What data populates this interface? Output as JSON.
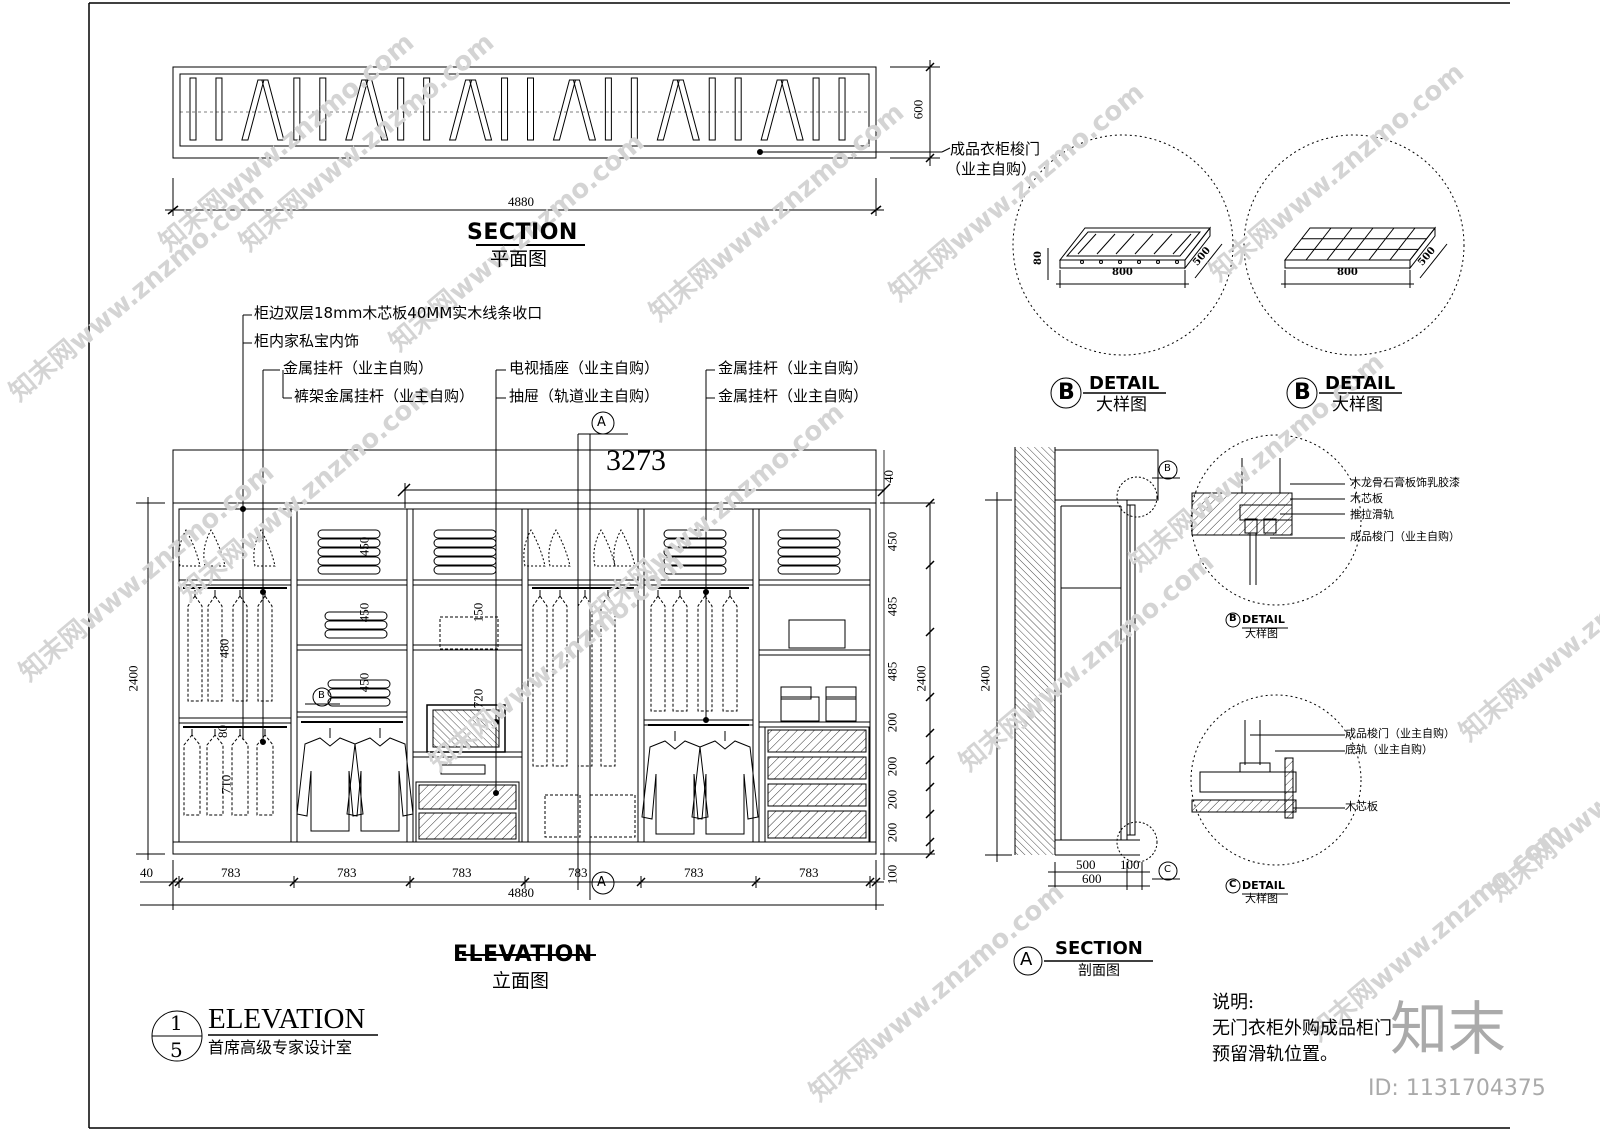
{
  "plan": {
    "dim_width": "4880",
    "dim_depth": "600",
    "note_line1": "成品衣柜梭门",
    "note_line2": "（业主自购）",
    "title": "SECTION",
    "subtitle": "平面图"
  },
  "callouts": {
    "c1": "柜边双层18mm木芯板40MM实木线条收口",
    "c2": "柜内家私宝内饰",
    "c3": "金属挂杆（业主自购）",
    "c4": "裤架金属挂杆（业主自购）",
    "c5": "电视插座（业主自购）",
    "c6": "抽屉（轨道业主自购）",
    "c7": "金属挂杆（业主自购）",
    "c8": "金属挂杆（业主自购）"
  },
  "elevation": {
    "marker_a": "A",
    "dim_3273": "3273",
    "dim_left_total": "2400",
    "dim_right_total": "2400",
    "right_dims": [
      "40",
      "450",
      "485",
      "485",
      "200",
      "200",
      "200",
      "200",
      "100"
    ],
    "bottom_start": "40",
    "column_widths": [
      "783",
      "783",
      "783",
      "783",
      "783",
      "783"
    ],
    "bottom_total": "4880",
    "inner_dims": [
      "450",
      "450",
      "450",
      "150",
      "720",
      "480",
      "80",
      "710"
    ],
    "marker_b": "B",
    "title": "ELEVATION",
    "subtitle": "立面图"
  },
  "detail_b1": {
    "w": "800",
    "d": "500",
    "h": "80",
    "letter": "B",
    "title": "DETAIL",
    "subtitle": "大样图"
  },
  "detail_b2": {
    "w": "800",
    "d": "500",
    "letter": "B",
    "title": "DETAIL",
    "subtitle": "大样图"
  },
  "section_a": {
    "dim_height": "2400",
    "dim_500": "500",
    "dim_100": "100",
    "dim_600": "600",
    "marker_b": "B",
    "marker_c": "C",
    "letter": "A",
    "title": "SECTION",
    "subtitle": "剖面图"
  },
  "detail_b_small": {
    "l1": "木龙骨石膏板饰乳胶漆",
    "l2": "木芯板",
    "l3": "推拉滑轨",
    "l4": "成品梭门（业主自购）",
    "letter": "B",
    "title": "DETAIL",
    "subtitle": "大样图"
  },
  "detail_c_small": {
    "l1": "成品梭门（业主自购）",
    "l2": "底轨（业主自购）",
    "l3": "木芯板",
    "letter": "C",
    "title": "DETAIL",
    "subtitle": "大样图"
  },
  "notes": {
    "heading": "说明:",
    "line1": "无门衣柜外购成品柜门",
    "line2": "预留滑轨位置。"
  },
  "stamp": {
    "num_top": "1",
    "num_bottom": "5",
    "title": "ELEVATION",
    "subtitle": "首席高级专家设计室"
  },
  "watermark": {
    "text": "知末网www.znzmo.com",
    "brand": "知末",
    "id": "ID: 1131704375"
  }
}
